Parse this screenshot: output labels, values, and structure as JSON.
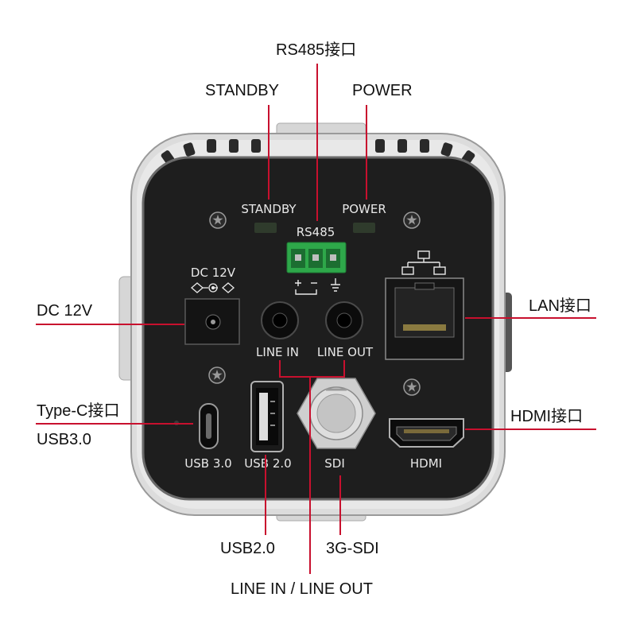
{
  "colors": {
    "leader_line": "#c8102e",
    "panel": "#1e1e1e",
    "housing": "#d9d9d9",
    "terminal_block": "#2ea84a",
    "silkscreen": "#e8e8e8"
  },
  "callouts": {
    "rs485": "RS485接口",
    "standby": "STANDBY",
    "power": "POWER",
    "dc12v": "DC 12V",
    "lan": "LAN接口",
    "typec_line1": "Type-C接口",
    "typec_line2": "USB3.0",
    "hdmi": "HDMI接口",
    "usb2": "USB2.0",
    "sdi": "3G-SDI",
    "line_in_out": "LINE IN / LINE OUT"
  },
  "panel_labels": {
    "standby": "STANDBY",
    "power": "POWER",
    "rs485": "RS485",
    "dc12v": "DC 12V",
    "line_in": "LINE IN",
    "line_out": "LINE OUT",
    "usb30": "USB 3.0",
    "usb20": "USB 2.0",
    "sdi": "SDI",
    "hdmi": "HDMI"
  },
  "icons": [
    "network-icon",
    "dc-polarity-icon",
    "ground-icon",
    "screw-icon"
  ]
}
